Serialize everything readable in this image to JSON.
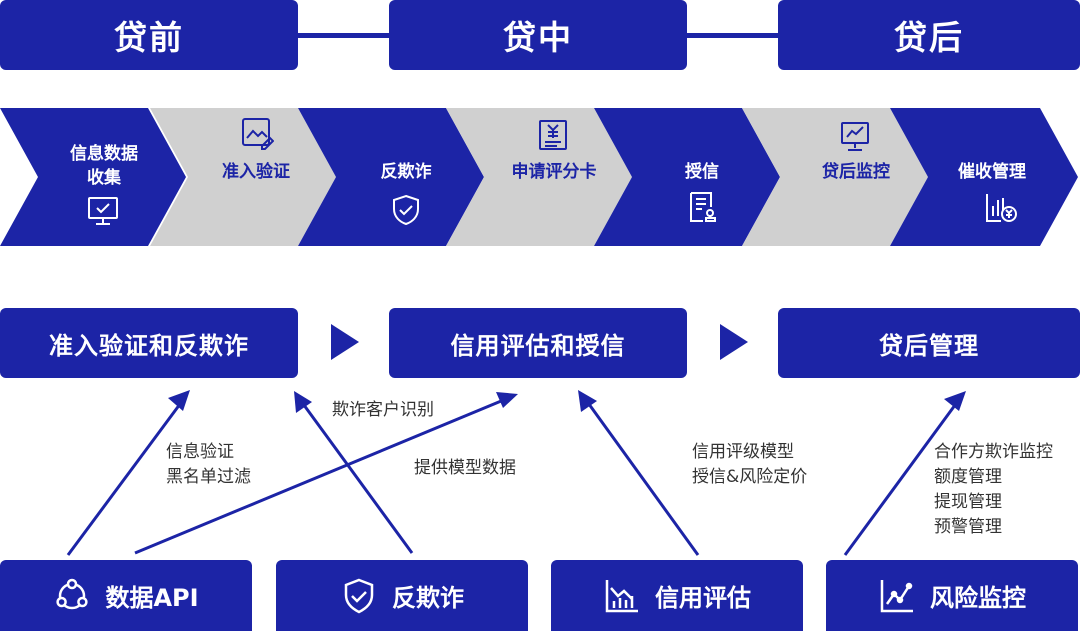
{
  "phases": [
    "贷前",
    "贷中",
    "贷后"
  ],
  "steps": [
    {
      "label": "信息数据\n收集",
      "icon": "monitor-check-icon"
    },
    {
      "label": "准入验证",
      "icon": "image-edit-icon"
    },
    {
      "label": "反欺诈",
      "icon": "shield-check-icon"
    },
    {
      "label": "申请评分卡",
      "icon": "yuan-document-icon"
    },
    {
      "label": "授信",
      "icon": "contract-stamp-icon"
    },
    {
      "label": "贷后监控",
      "icon": "chart-monitor-icon"
    },
    {
      "label": "催收管理",
      "icon": "bar-chart-yuan-icon"
    }
  ],
  "stages": [
    "准入验证和反欺诈",
    "信用评估和授信",
    "贷后管理"
  ],
  "sources": [
    {
      "label": "数据API",
      "icon": "network-nodes-icon"
    },
    {
      "label": "反欺诈",
      "icon": "shield-check-icon"
    },
    {
      "label": "信用评估",
      "icon": "bar-chart-icon"
    },
    {
      "label": "风险监控",
      "icon": "line-chart-icon"
    }
  ],
  "notes": {
    "n1_l1": "信息验证",
    "n1_l2": "黑名单过滤",
    "n2": "欺诈客户识别",
    "n3": "提供模型数据",
    "n4_l1": "信用评级模型",
    "n4_l2": "授信&风险定价",
    "n5_l1": "合作方欺诈监控",
    "n5_l2": "额度管理",
    "n5_l3": "提现管理",
    "n5_l4": "预警管理"
  },
  "colors": {
    "primary": "#1c24a6",
    "secondary": "#d0d0d0",
    "text": "#333333"
  }
}
